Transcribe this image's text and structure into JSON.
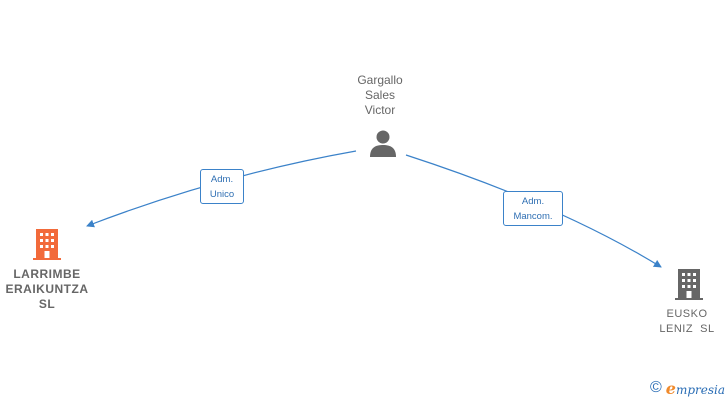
{
  "person": {
    "name_lines": [
      "Gargallo",
      "Sales",
      "Victor"
    ],
    "icon": "person-icon",
    "color": "#666666"
  },
  "companies": [
    {
      "name_lines": [
        "LARRIMBE",
        "ERAIKUNTZA",
        "SL"
      ],
      "icon": "building-icon",
      "color": "#f26a3a"
    },
    {
      "name_lines": [
        "EUSKO",
        "LENIZ  SL"
      ],
      "icon": "building-icon",
      "color": "#666666"
    }
  ],
  "relations": [
    {
      "label_lines": [
        "Adm.",
        "Unico"
      ]
    },
    {
      "label_lines": [
        "Adm.",
        "Mancom."
      ]
    }
  ],
  "colors": {
    "edge": "#3b82c9",
    "edge_label_text": "#2f6fb3"
  },
  "footer": {
    "copyright_symbol": "©",
    "brand_initial": "e",
    "brand_rest": "mpresia",
    "icon": "copyright-icon"
  }
}
